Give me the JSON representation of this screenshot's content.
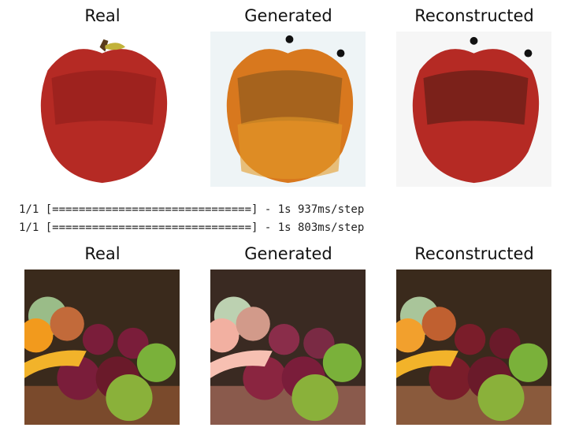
{
  "row1": {
    "titles": [
      "Real",
      "Generated",
      "Reconstructed"
    ],
    "images": [
      "red-apple",
      "orange-apple",
      "red-apple-reconstructed"
    ]
  },
  "log": [
    "1/1 [==============================] - 1s 937ms/step",
    "1/1 [==============================] - 1s 803ms/step"
  ],
  "row2": {
    "titles": [
      "Real",
      "Generated",
      "Reconstructed"
    ],
    "images": [
      "fruit-basket",
      "fruit-basket-generated",
      "fruit-basket-reconstructed"
    ]
  },
  "colors": {
    "apple_red": "#b52a24",
    "apple_orange": "#d8781e",
    "apple_dark": "#8a1c1a",
    "fruit_bg": "#3a2a1c"
  }
}
